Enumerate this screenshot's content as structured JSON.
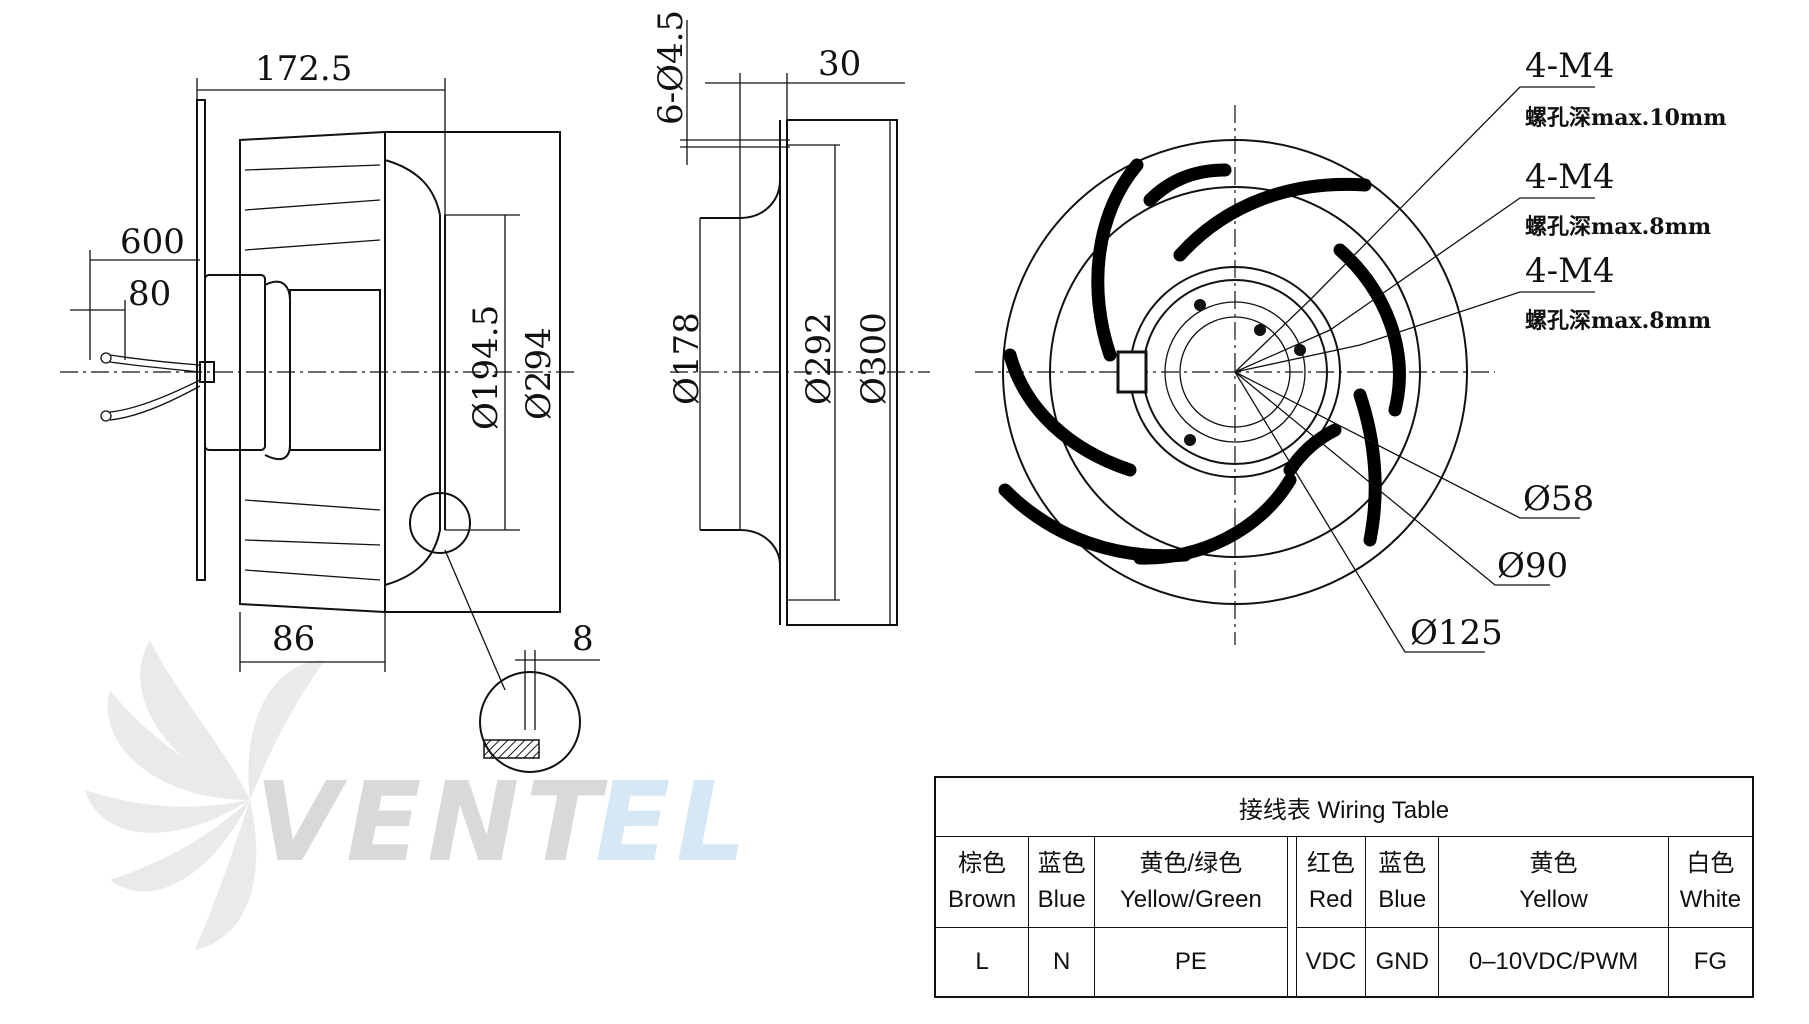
{
  "side_view": {
    "dimensions": [
      "172.5",
      "600",
      "80",
      "Ø194.5",
      "Ø294",
      "86",
      "8"
    ]
  },
  "inlet_view": {
    "dimensions": [
      "6-Ø4.5",
      "30",
      "Ø178",
      "Ø292",
      "Ø300"
    ]
  },
  "front_view": {
    "thread_callouts": [
      {
        "label": "4-M4",
        "depth": "螺孔深max.10mm"
      },
      {
        "label": "4-M4",
        "depth": "螺孔深max.8mm"
      },
      {
        "label": "4-M4",
        "depth": "螺孔深max.8mm"
      }
    ],
    "diameters": [
      "Ø58",
      "Ø90",
      "Ø125"
    ]
  },
  "logo": {
    "text_gray": "VENT",
    "text_blue": "EL",
    "gray_color": "#d9d9d9",
    "blue_color": "#d6e7f5"
  },
  "wiring_table": {
    "title": "接线表  Wiring Table",
    "columns": [
      {
        "cn": "棕色",
        "en": "Brown",
        "function": "L"
      },
      {
        "cn": "蓝色",
        "en": "Blue",
        "function": "N"
      },
      {
        "cn": "黄色/绿色",
        "en": "Yellow/Green",
        "function": "PE"
      },
      {
        "cn": "红色",
        "en": "Red",
        "function": "VDC"
      },
      {
        "cn": "蓝色",
        "en": "Blue",
        "function": "GND"
      },
      {
        "cn": "黄色",
        "en": "Yellow",
        "function": "0–10VDC/PWM"
      },
      {
        "cn": "白色",
        "en": "White",
        "function": "FG"
      }
    ]
  }
}
